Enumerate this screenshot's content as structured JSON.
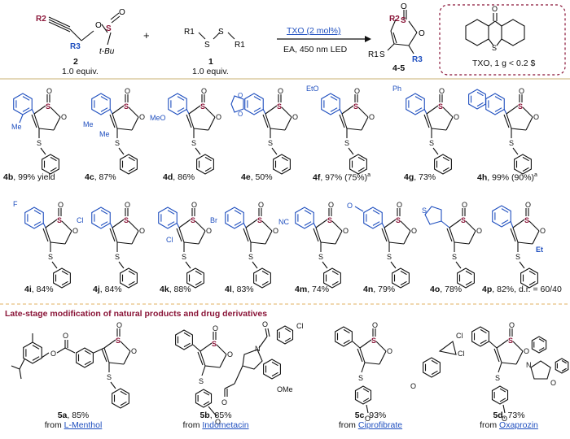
{
  "reaction": {
    "reagent2_label": "2",
    "reagent2_equiv": "1.0 equiv.",
    "plus": "+",
    "reagent1_label": "1",
    "reagent1_equiv": "1.0 equiv.",
    "catalyst": "TXO (2 mol%)",
    "conditions": "EA, 450 nm LED",
    "product_label": "4-5",
    "txo_note": "TXO, 1 g < 0.2 $",
    "atoms": {
      "R2": "R2",
      "R3": "R3",
      "R1": "R1",
      "S": "S",
      "O": "O",
      "tBu": "t-Bu"
    }
  },
  "products_row1": [
    {
      "id": "4b",
      "text": ", 99% yield"
    },
    {
      "id": "4c",
      "text": ", 87%"
    },
    {
      "id": "4d",
      "text": ", 86%"
    },
    {
      "id": "4e",
      "text": ", 50%"
    },
    {
      "id": "4f",
      "text": ", 97% (75%)",
      "sup": "a"
    },
    {
      "id": "4g",
      "text": ", 73%"
    },
    {
      "id": "4h",
      "text": ", 99% (90%)",
      "sup": "a"
    }
  ],
  "products_row2": [
    {
      "id": "4i",
      "text": ", 84%"
    },
    {
      "id": "4j",
      "text": ", 84%"
    },
    {
      "id": "4k",
      "text": ", 88%"
    },
    {
      "id": "4l",
      "text": ", 83%"
    },
    {
      "id": "4m",
      "text": ", 74%"
    },
    {
      "id": "4n",
      "text": ", 79%"
    },
    {
      "id": "4o",
      "text": ", 78%"
    },
    {
      "id": "4p",
      "text": ", 82%, d.r. = 60/40"
    }
  ],
  "substituents": {
    "4b": "Me",
    "4c_1": "Me",
    "4c_2": "Me",
    "4d": "MeO",
    "4f": "EtO",
    "4g": "Ph",
    "4i": "F",
    "4j": "Cl",
    "4k": "Cl",
    "4l": "Br",
    "4m": "NC",
    "4n": "O",
    "4o": "S",
    "4p": "Et"
  },
  "late_stage": {
    "header": "Late-stage modification of natural products and drug derivatives",
    "items": [
      {
        "id": "5a",
        "yield": ", 85%",
        "from": "from ",
        "name": "L-Menthol"
      },
      {
        "id": "5b",
        "yield": ", 85%",
        "from": "from ",
        "name": "Indometacin"
      },
      {
        "id": "5c",
        "yield": ", 93%",
        "from": "from ",
        "name": "Ciprofibrate"
      },
      {
        "id": "5d",
        "yield": ", 73%",
        "from": "from ",
        "name": "Oxaprozin"
      }
    ],
    "atoms": {
      "Cl": "Cl",
      "N": "N",
      "OMe": "OMe",
      "O": "O"
    }
  },
  "colors": {
    "blue": "#1f4fbf",
    "red": "#8a1538",
    "separator": "#e0b060",
    "box": "#8a1538"
  }
}
